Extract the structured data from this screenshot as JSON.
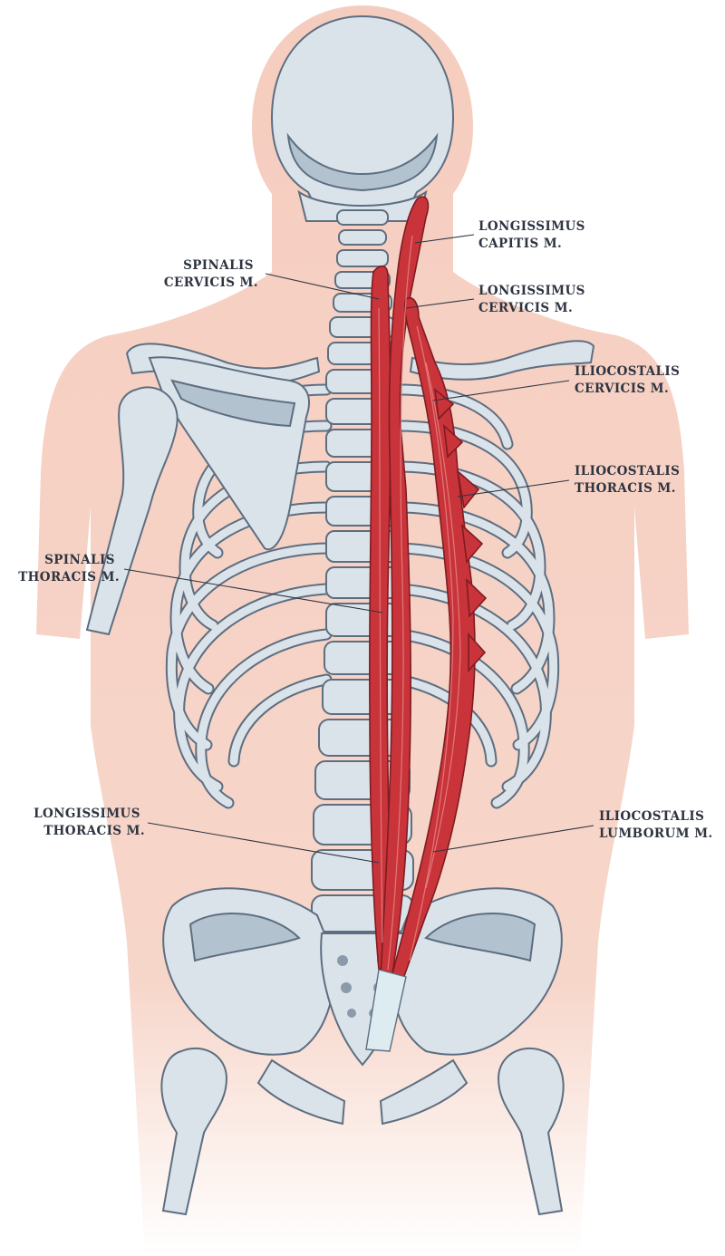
{
  "labels": {
    "longissimus_capitis": [
      "LONGISSIMUS",
      "CAPITIS M."
    ],
    "spinalis_cervicis": [
      "SPINALIS",
      "CERVICIS M."
    ],
    "longissimus_cervicis": [
      "LONGISSIMUS",
      "CERVICIS M."
    ],
    "iliocostalis_cervicis": [
      "ILIOCOSTALIS",
      "CERVICIS M."
    ],
    "iliocostalis_thoracis": [
      "ILIOCOSTALIS",
      "THORACIS M."
    ],
    "spinalis_thoracis": [
      "SPINALIS",
      "THORACIS  M."
    ],
    "longissimus_thoracis": [
      "LONGISSIMUS",
      "THORACIS M."
    ],
    "iliocostalis_lumborum": [
      "ILIOCOSTALIS",
      "LUMBORUM M."
    ]
  },
  "colors": {
    "skin": "#f5cdbf",
    "bone": "#dbe3ea",
    "bone_outline": "#5d6e80",
    "muscle": "#c9343a",
    "label_text": "#2e3440"
  }
}
